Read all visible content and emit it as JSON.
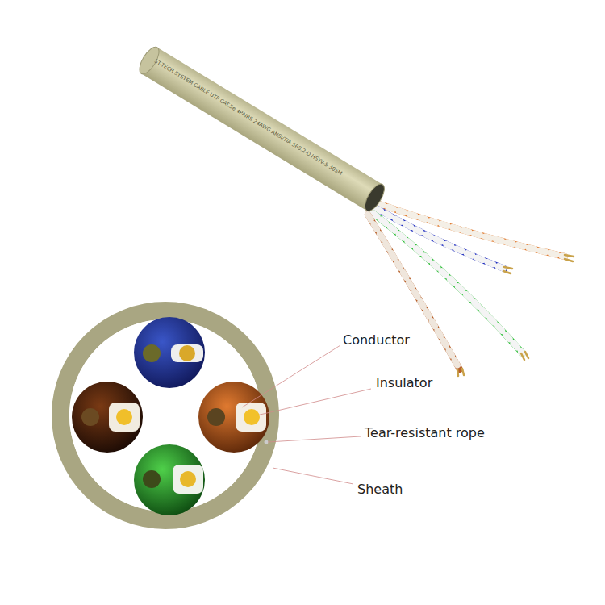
{
  "diagram": {
    "labels": [
      "ST-TECH SYSTEM CABLE UTP CAT.5e 4PAIRS 24AWG ANSI/TIA 568.2-D HSYV-5 305M",
      "Conductor",
      "Insulator",
      "Tear-resistant rope",
      "Sheath"
    ]
  }
}
